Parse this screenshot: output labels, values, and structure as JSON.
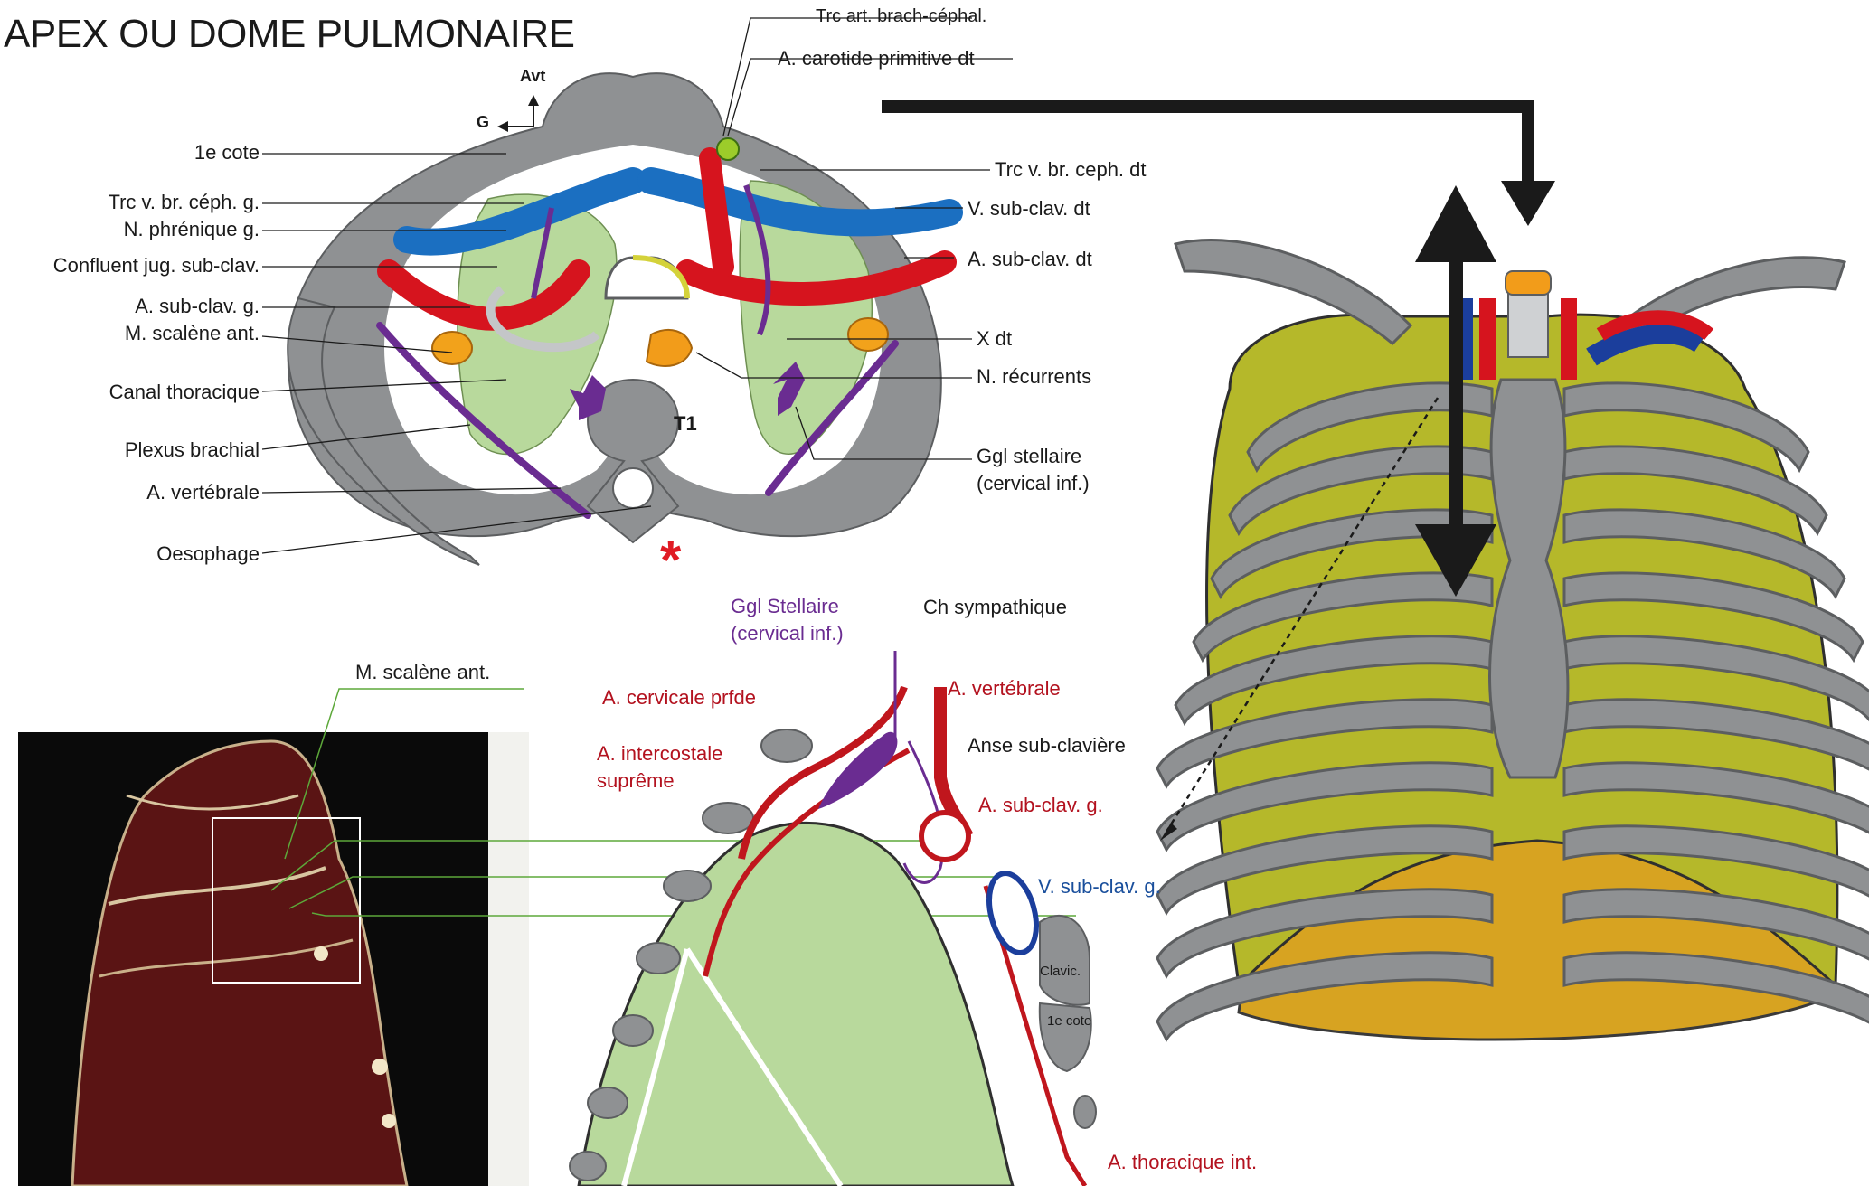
{
  "title": "APEX OU DOME PULMONAIRE",
  "orientation": {
    "front": "Avt",
    "left": "G"
  },
  "vertebra": "T1",
  "top_labels_left": [
    "1e cote",
    "Trc v. br. céph. g.",
    "N. phrénique g.",
    "Confluent jug. sub-clav.",
    "A. sub-clav. g.",
    "M. scalène ant.",
    "Canal thoracique",
    "Plexus brachial",
    "A. vertébrale",
    "Oesophage"
  ],
  "top_labels_center": [
    "Trc art. brach-céphal.",
    "A. carotide primitive dt"
  ],
  "top_labels_right": [
    "Trc v. br. ceph. dt",
    "V. sub-clav. dt",
    "A. sub-clav. dt",
    "X dt",
    "N. récurrents",
    "Ggl stellaire",
    "(cervical inf.)"
  ],
  "bottom_labels": {
    "scalene": "M. scalène ant.",
    "stellate_line1": "Ggl Stellaire",
    "stellate_line2": "(cervical inf.)",
    "sympathetic": "Ch sympathique",
    "deep_cervical": "A. cervicale prfde",
    "vertebral": "A. vertébrale",
    "intercostal_line1": "A. intercostale",
    "intercostal_line2": "suprême",
    "subclavian_loop": "Anse sub-clavière",
    "subclavian_artery": "A. sub-clav. g.",
    "subclavian_vein": "V. sub-clav. g.",
    "clavicle": "Clavic.",
    "first_rib": "1e cote",
    "internal_thoracic": "A. thoracique int."
  },
  "colors": {
    "bone": "#8f9193",
    "bone_dark": "#6e7072",
    "lung": "#b8d99c",
    "artery": "#d6141e",
    "vein": "#1b6fc1",
    "nerve": "#6a2c91",
    "muscle": "#f2a21b",
    "esophagus": "#f29c1a",
    "label_red": "#b3121f",
    "label_purple": "#6a2c91",
    "label_blue": "#1a4f9c",
    "thorax_lung": "#b5b82a",
    "diaphragm": "#d7a321"
  }
}
